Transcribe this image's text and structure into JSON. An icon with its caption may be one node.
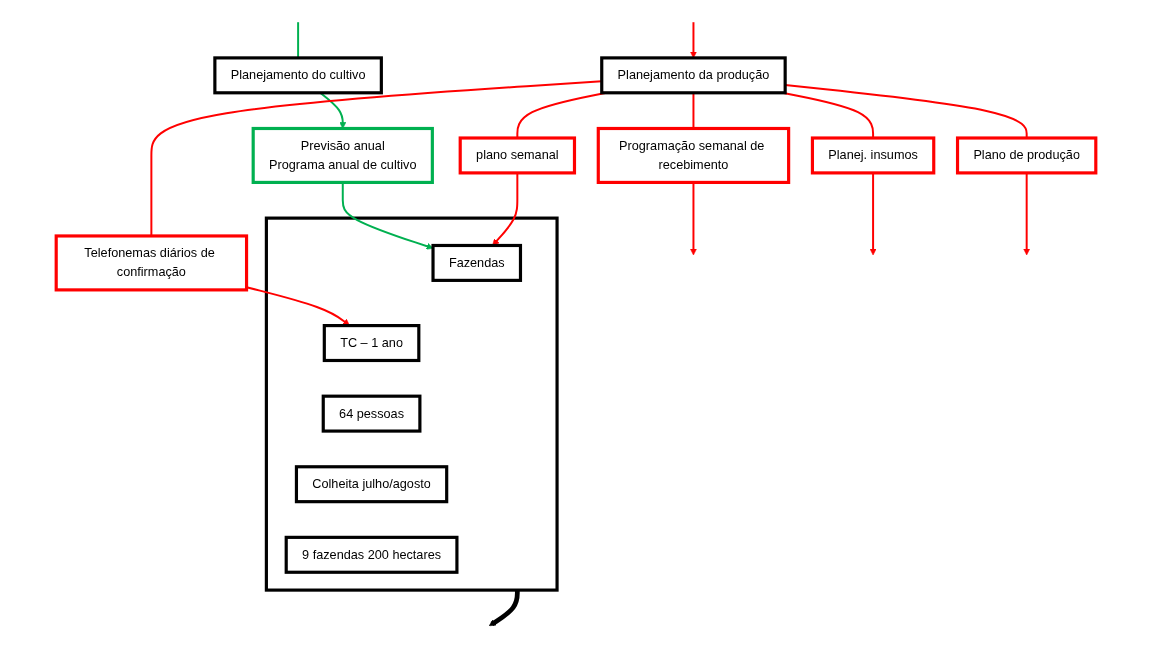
{
  "diagram": {
    "nodes": [
      {
        "text": [
          "Previsão anual",
          "Programa anual de cultivo"
        ]
      },
      {
        "text": [
          "Planejamento do cultivo"
        ]
      },
      {
        "text": [
          "plano semanal"
        ]
      },
      {
        "text": [
          "Planejamento da produção"
        ]
      },
      {
        "text": [],
        "shape": "box"
      },
      {
        "text": [
          "Fazendas"
        ],
        "in": 4
      },
      {
        "text": [
          "TC – 1 ano"
        ],
        "in": 4
      },
      {
        "text": [
          "64 pessoas"
        ],
        "in": 4
      },
      {
        "text": [
          "Colheita julho/agosto"
        ],
        "in": 4
      },
      {
        "text": [
          "9 fazendas 200 hectares"
        ],
        "in": 4
      },
      {
        "text": [
          "Telefonemas diários de confirmação"
        ]
      },
      {
        "text": [
          "Plano de produção"
        ]
      },
      {
        "text": [
          "Programação semanal de recebimento"
        ]
      },
      {
        "text": [
          "Planej. insumos"
        ]
      }
    ],
    "edges": [
      {
        "from": null,
        "to": 1,
        "arrow": "none",
        "color": "#00b050"
      },
      {
        "from": 1,
        "to": 0,
        "arrow": "to",
        "color": "#00b050"
      },
      {
        "from": 0,
        "to": 5,
        "arrow": "to",
        "color": "#00b050"
      },
      {
        "from": 3,
        "to": 2,
        "arrow": "none"
      },
      {
        "from": 2,
        "to": 5,
        "arrow": "to"
      },
      {
        "from": 3,
        "to": 10,
        "arrow": "none"
      },
      {
        "from": 10,
        "to": 6,
        "arrow": "to"
      },
      {
        "from": 3,
        "to": 12,
        "arrow": "none"
      },
      {
        "from": 12,
        "to": null,
        "arrow": "to"
      },
      {
        "from": 3,
        "to": 13,
        "arrow": "none"
      },
      {
        "from": 13,
        "to": null,
        "arrow": "to"
      },
      {
        "from": 3,
        "to": 11,
        "arrow": "none"
      },
      {
        "from": 11,
        "to": null,
        "arrow": "to"
      },
      {
        "from": null,
        "to": 3,
        "arrow": "to"
      },
      {
        "from": 4,
        "to": null,
        "arrow": "to",
        "style": "thick",
        "color": "#000000"
      }
    ]
  }
}
